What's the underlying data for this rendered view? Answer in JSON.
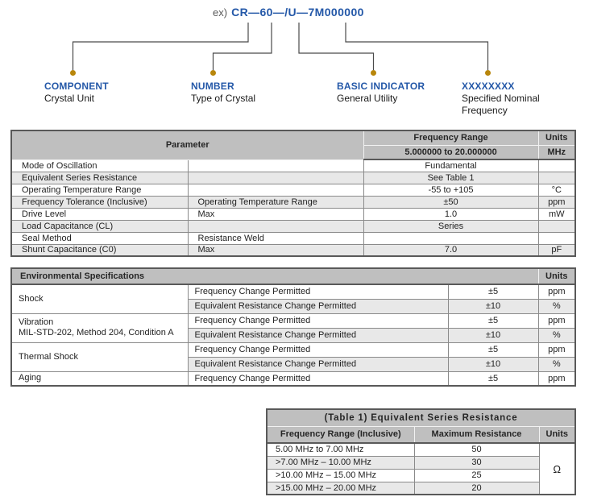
{
  "colors": {
    "accent_blue": "#2458A8",
    "bullet_gold": "#B8860B",
    "header_gray": "#BFBFBF",
    "alt_row_gray": "#E8E8E8",
    "border_gray": "#8A8A8A",
    "connector_line": "#4A4A4A"
  },
  "diagram": {
    "example_prefix": "ex)",
    "part_number": "CR—60—/U—7M000000",
    "callouts": [
      {
        "label": "COMPONENT",
        "desc": "Crystal Unit"
      },
      {
        "label": "NUMBER",
        "desc": "Type of Crystal"
      },
      {
        "label": "BASIC INDICATOR",
        "desc": "General Utility"
      },
      {
        "label": "XXXXXXXX",
        "desc": "Specified Nominal Frequency"
      }
    ]
  },
  "param_table": {
    "header_parameter": "Parameter",
    "header_frequency_range": "Frequency Range",
    "header_units": "Units",
    "frequency_range_value": "5.000000 to 20.000000",
    "units_value": "MHz",
    "rows": [
      {
        "p1": "Mode of Oscillation",
        "p2": "",
        "value": "Fundamental",
        "unit": ""
      },
      {
        "p1": "Equivalent Series Resistance",
        "p2": "",
        "value": "See Table 1",
        "unit": ""
      },
      {
        "p1": "Operating Temperature Range",
        "p2": "",
        "value": "-55 to +105",
        "unit": "°C"
      },
      {
        "p1": "Frequency Tolerance (Inclusive)",
        "p2": "Operating Temperature Range",
        "value": "±50",
        "unit": "ppm"
      },
      {
        "p1": "Drive Level",
        "p2": "Max",
        "value": "1.0",
        "unit": "mW"
      },
      {
        "p1": "Load Capacitance (CL)",
        "p2": "",
        "value": "Series",
        "unit": ""
      },
      {
        "p1": "Seal Method",
        "p2": "Resistance Weld",
        "value": "",
        "unit": ""
      },
      {
        "p1": "Shunt Capacitance (C0)",
        "p2": "Max",
        "value": "7.0",
        "unit": "pF"
      }
    ]
  },
  "env_table": {
    "title": "Environmental Specifications",
    "header_units": "Units",
    "groups": [
      {
        "label": "Shock",
        "sublabel": ""
      },
      {
        "label": "Vibration",
        "sublabel": "MIL-STD-202, Method 204, Condition A"
      },
      {
        "label": "Thermal Shock",
        "sublabel": ""
      },
      {
        "label": "Aging",
        "sublabel": ""
      }
    ],
    "rows": [
      {
        "test": "Frequency Change Permitted",
        "value": "±5",
        "unit": "ppm"
      },
      {
        "test": "Equivalent Resistance Change Permitted",
        "value": "±10",
        "unit": "%"
      },
      {
        "test": "Frequency Change Permitted",
        "value": "±5",
        "unit": "ppm"
      },
      {
        "test": "Equivalent Resistance Change Permitted",
        "value": "±10",
        "unit": "%"
      },
      {
        "test": "Frequency Change Permitted",
        "value": "±5",
        "unit": "ppm"
      },
      {
        "test": "Equivalent Resistance Change Permitted",
        "value": "±10",
        "unit": "%"
      },
      {
        "test": "Frequency Change Permitted",
        "value": "±5",
        "unit": "ppm"
      }
    ]
  },
  "esr_table": {
    "title": "(Table 1) Equivalent Series Resistance",
    "header_range": "Frequency Range (Inclusive)",
    "header_resistance": "Maximum Resistance",
    "header_units": "Units",
    "unit": "Ω",
    "rows": [
      {
        "range": "5.00 MHz to 7.00 MHz",
        "resistance": "50"
      },
      {
        "range": ">7.00 MHz – 10.00 MHz",
        "resistance": "30"
      },
      {
        "range": ">10.00 MHz – 15.00 MHz",
        "resistance": "25"
      },
      {
        "range": ">15.00 MHz – 20.00 MHz",
        "resistance": "20"
      }
    ]
  }
}
